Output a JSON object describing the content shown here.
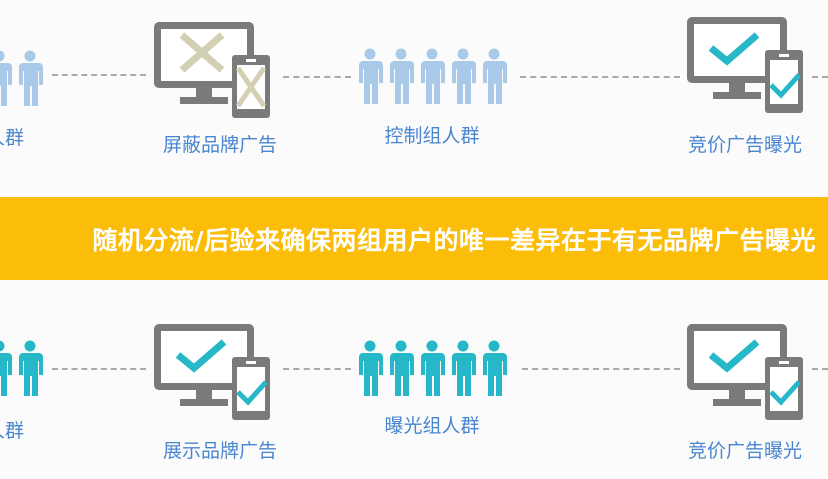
{
  "colors": {
    "banner": "#fbbd07",
    "label": "#4a86d0",
    "control_people": "#a9c9e9",
    "exposed_people": "#26b8c8",
    "device": "#7a7a7a",
    "cross": "#d3cfb3",
    "check": "#26b8c8"
  },
  "top_row": {
    "left_group_label": "人群",
    "ad_label": "屏蔽品牌广告",
    "ad_icon": "devices-cross-icon",
    "group_label": "控制组人群",
    "result_label": "竞价广告曝光",
    "result_icon": "devices-check-icon"
  },
  "banner": {
    "text": "随机分流/后验来确保两组用户的唯一差异在于有无品牌广告曝光"
  },
  "bottom_row": {
    "left_group_label": "人群",
    "ad_label": "展示品牌广告",
    "ad_icon": "devices-check-icon",
    "group_label": "曝光组人群",
    "result_label": "竞价广告曝光",
    "result_icon": "devices-check-icon"
  }
}
